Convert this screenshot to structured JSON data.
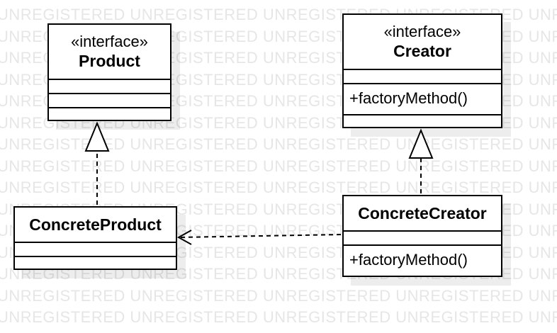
{
  "watermark": {
    "text": "UNREGISTERED"
  },
  "classes": {
    "product": {
      "stereotype": "«interface»",
      "name": "Product"
    },
    "creator": {
      "stereotype": "«interface»",
      "name": "Creator",
      "operations": [
        "+factoryMethod()"
      ]
    },
    "concrete_product": {
      "name": "ConcreteProduct"
    },
    "concrete_creator": {
      "name": "ConcreteCreator",
      "operations": [
        "+factoryMethod()"
      ]
    }
  }
}
